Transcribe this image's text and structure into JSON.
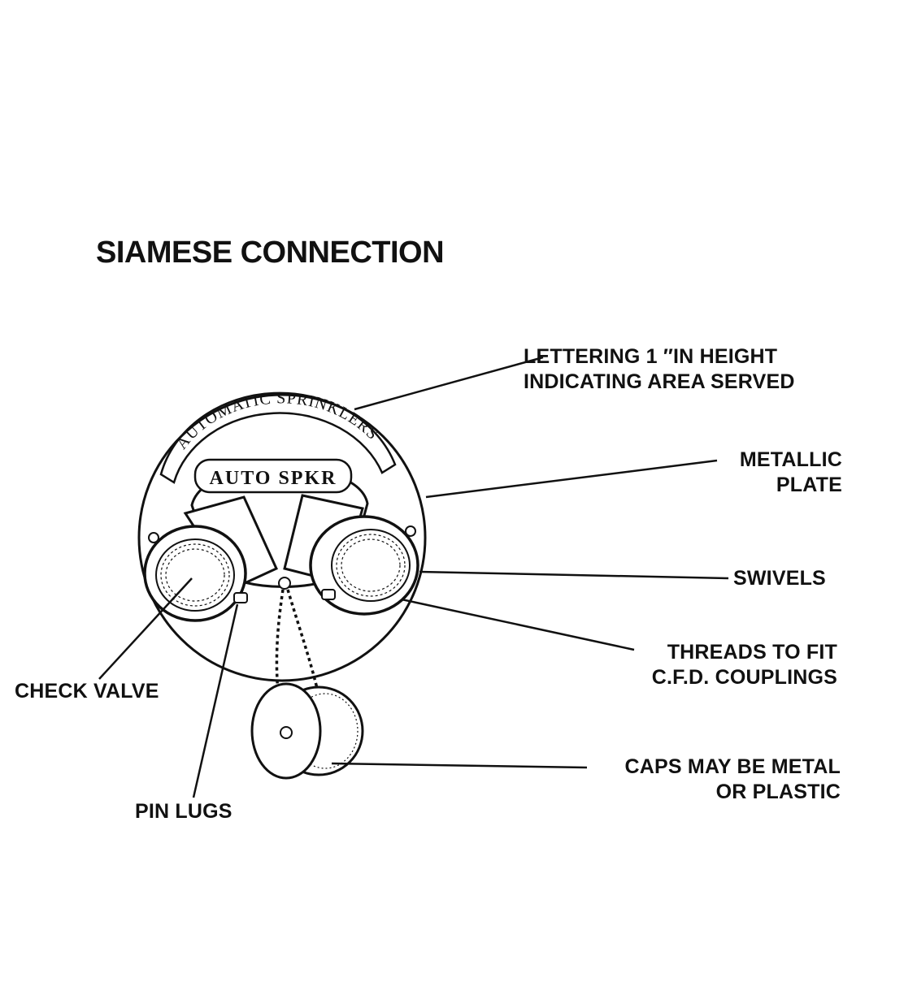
{
  "title": "SIAMESE CONNECTION",
  "plate_text": {
    "arc": "AUTOMATIC SPRINKLERS",
    "center": "AUTO SPKR"
  },
  "labels": {
    "lettering": [
      "LETTERING 1 ″IN HEIGHT",
      "INDICATING AREA SERVED"
    ],
    "plate": [
      "METALLIC",
      "PLATE"
    ],
    "swivels": "SWIVELS",
    "threads": [
      "THREADS TO FIT",
      "C.F.D. COUPLINGS"
    ],
    "check_valve": "CHECK VALVE",
    "pin_lugs": "PIN LUGS",
    "caps": [
      "CAPS MAY BE METAL",
      "OR PLASTIC"
    ]
  }
}
